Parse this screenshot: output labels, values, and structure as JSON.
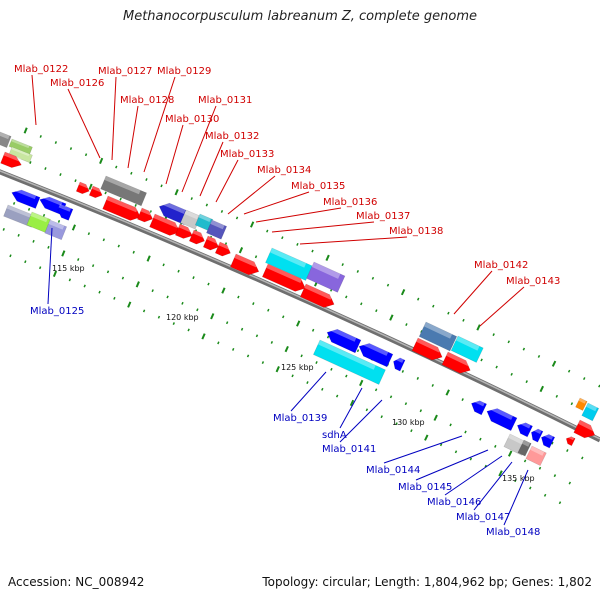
{
  "title": "Methanocorpusculum labreanum Z, complete genome",
  "accession": "Accession: NC_008942",
  "summary": "Topology: circular; Length: 1,804,962 bp; Genes: 1,802",
  "colors": {
    "forward_gene": "#ff0000",
    "reverse_gene": "#0000ff",
    "forward_label": "#d00000",
    "reverse_label": "#0000c0",
    "backbone": "#888888",
    "tick": "#1a8a1a"
  },
  "scale_labels": [
    "115 kbp",
    "120 kbp",
    "125 kbp",
    "130 kbp",
    "135 kbp"
  ],
  "forward_gene_labels": [
    "Mlab_0122",
    "Mlab_0126",
    "Mlab_0127",
    "Mlab_0128",
    "Mlab_0129",
    "Mlab_0130",
    "Mlab_0131",
    "Mlab_0132",
    "Mlab_0133",
    "Mlab_0134",
    "Mlab_0135",
    "Mlab_0136",
    "Mlab_0137",
    "Mlab_0138",
    "Mlab_0142",
    "Mlab_0143"
  ],
  "reverse_gene_labels": [
    "Mlab_0125",
    "Mlab_0139",
    "sdhA",
    "Mlab_0141",
    "Mlab_0144",
    "Mlab_0145",
    "Mlab_0146",
    "Mlab_0147",
    "Mlab_0148"
  ]
}
